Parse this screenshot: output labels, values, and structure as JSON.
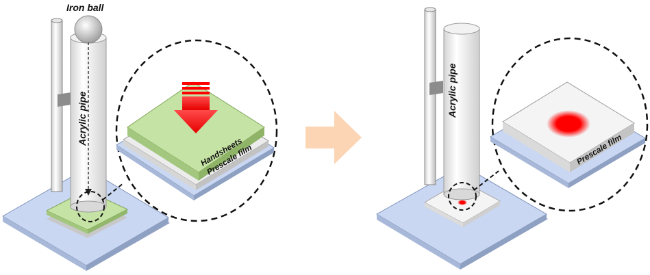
{
  "labels": {
    "iron_ball": "Iron ball",
    "acrylic_pipe": "Acrylic pipe",
    "handsheets": "Handsheets",
    "prescale_film": "Prescale film"
  },
  "colors": {
    "base_plate": "#c9d7f2",
    "handsheet_green": "#c5e3a4",
    "film_white": "#f4f4f4",
    "impact_red": "#ff0000",
    "arrow_orange": "#fcd5b4",
    "pipe_gray": "#e6e6e6"
  },
  "icons": {
    "force_arrow": "red-down-arrow-icon",
    "transition_arrow": "right-arrow-icon"
  }
}
